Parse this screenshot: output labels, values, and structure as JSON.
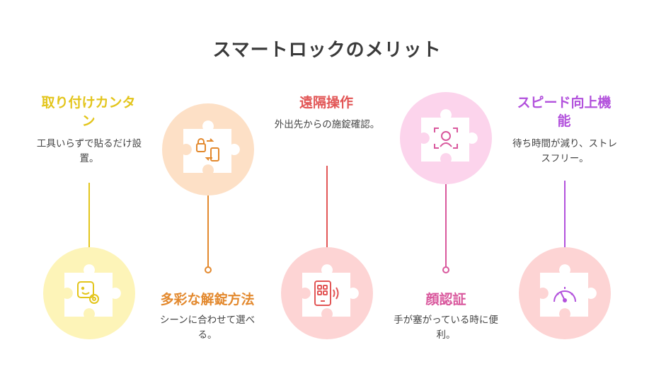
{
  "title": "スマートロックのメリット",
  "items": [
    {
      "heading": "取り付けカンタン",
      "description": "工具いらずで貼るだけ設置。",
      "color": "#e3c51c",
      "bg": "#fdf4b8",
      "icon": "face-gear-icon"
    },
    {
      "heading": "多彩な解錠方法",
      "description": "シーンに合わせて選べる。",
      "color": "#e3892e",
      "bg": "#fde0c6",
      "icon": "lock-phone-swap-icon"
    },
    {
      "heading": "遠隔操作",
      "description": "外出先からの施錠確認。",
      "color": "#e25656",
      "bg": "#fdd4d4",
      "icon": "smartphone-signal-icon"
    },
    {
      "heading": "顔認証",
      "description": "手が塞がっている時に便利。",
      "color": "#d9589d",
      "bg": "#fcd4ec",
      "icon": "face-scan-icon"
    },
    {
      "heading": "スピード向上機能",
      "description": "待ち時間が減り、ストレスフリー。",
      "color": "#b251dc",
      "bg": "#fdd4d4",
      "icon": "speedometer-icon"
    }
  ]
}
